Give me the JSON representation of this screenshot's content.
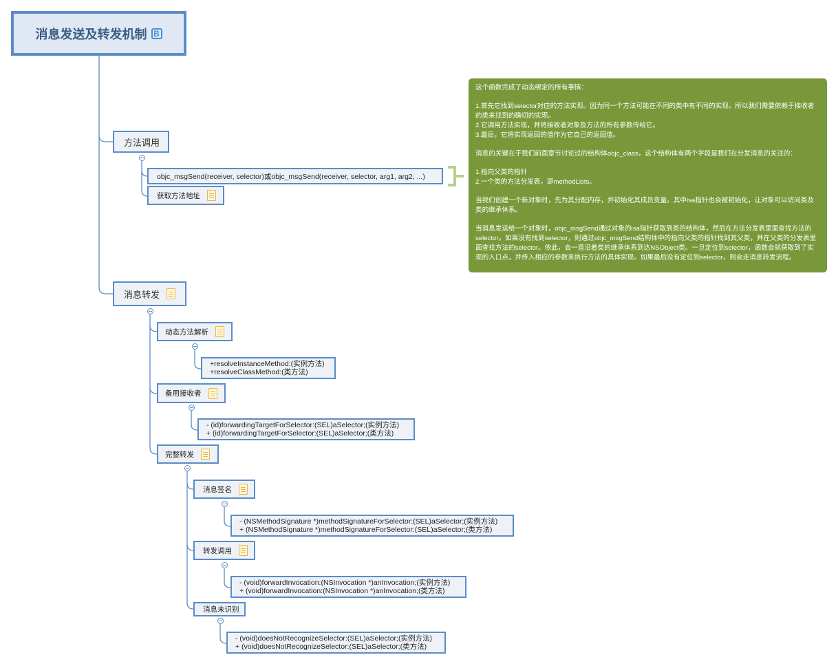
{
  "root": {
    "title": "消息发送及转发机制"
  },
  "nodes": {
    "method_call": "方法调用",
    "msgsend": "objc_msgSend(receiver, selector)或objc_msgSend(receiver, selector, arg1, arg2, ...)",
    "get_addr": "获取方法地址",
    "forwarding": "消息转发",
    "dynamic_resolution": "动态方法解析",
    "dynamic_resolution_methods": [
      "+resolveInstanceMethod:(实例方法)",
      "+resolveClassMethod:(类方法)"
    ],
    "backup_receiver": "备用接收者",
    "backup_receiver_methods": [
      "- (id)forwardingTargetForSelector:(SEL)aSelector;(实例方法)",
      "+ (id)forwardingTargetForSelector:(SEL)aSelector;(类方法)"
    ],
    "full_forwarding": "完整转发",
    "signature": "消息签名",
    "signature_methods": [
      "- (NSMethodSignature *)methodSignatureForSelector:(SEL)aSelector;(实例方法)",
      "+ (NSMethodSignature *)methodSignatureForSelector:(SEL)aSelector;(类方法)"
    ],
    "invocation": "转发调用",
    "invocation_methods": [
      "- (void)forwardInvocation:(NSInvocation *)anInvocation;(实例方法)",
      "+ (void)forwardInvocation:(NSInvocation *)anInvocation;(类方法)"
    ],
    "unrecognized": "消息未识别",
    "unrecognized_methods": [
      "- (void)doesNotRecognizeSelector:(SEL)aSelector;(实例方法)",
      "+ (void)doesNotRecognizeSelector:(SEL)aSelector;(类方法)"
    ]
  },
  "callout": {
    "intro": "这个函数完成了动态绑定的所有事情：",
    "steps": [
      "1.首先它找到selector对应的方法实现。因为同一个方法可能在不同的类中有不同的实现。所以我们需要依赖于接收者的类来找到的确切的实现。",
      "2.它调用方法实现，并将接收者对象及方法的所有参数传给它。",
      "3.最后，它将实现返回的值作为它自己的返回值。"
    ],
    "struct_intro": "消息的关键在于我们前面章节讨论过的结构体objc_class，这个结构体有两个字段是我们在分发消息的关注的：",
    "fields": [
      "1.指向父类的指针",
      "2.一个类的方法分发表，即methodLists。"
    ],
    "new_object": "当我们创建一个新对象时，先为其分配内存，并初始化其成员变量。其中isa指针也会被初始化，让对象可以访问类及类的继承体系。",
    "dispatch": "当消息发送给一个对象时，objc_msgSend通过对象的isa指针获取到类的结构体，然后在方法分发表里面查找方法的selector。如果没有找到selector，则通过objc_msgSend结构体中的指向父类的指针找到其父类，并在父类的分发表里面查找方法的selector。依此，会一直沿着类的继承体系到达NSObject类。一旦定位到selector，函数会就获取到了实现的入口点，并传入相应的参数来执行方法的具体实现。如果最后没有定位到selector，则会走消息转发流程。"
  },
  "colors": {
    "node_border": "#5b8cc6",
    "node_fill": "#eef2f7",
    "callout_bg": "#78983a",
    "bracket": "#b9cf8c"
  }
}
